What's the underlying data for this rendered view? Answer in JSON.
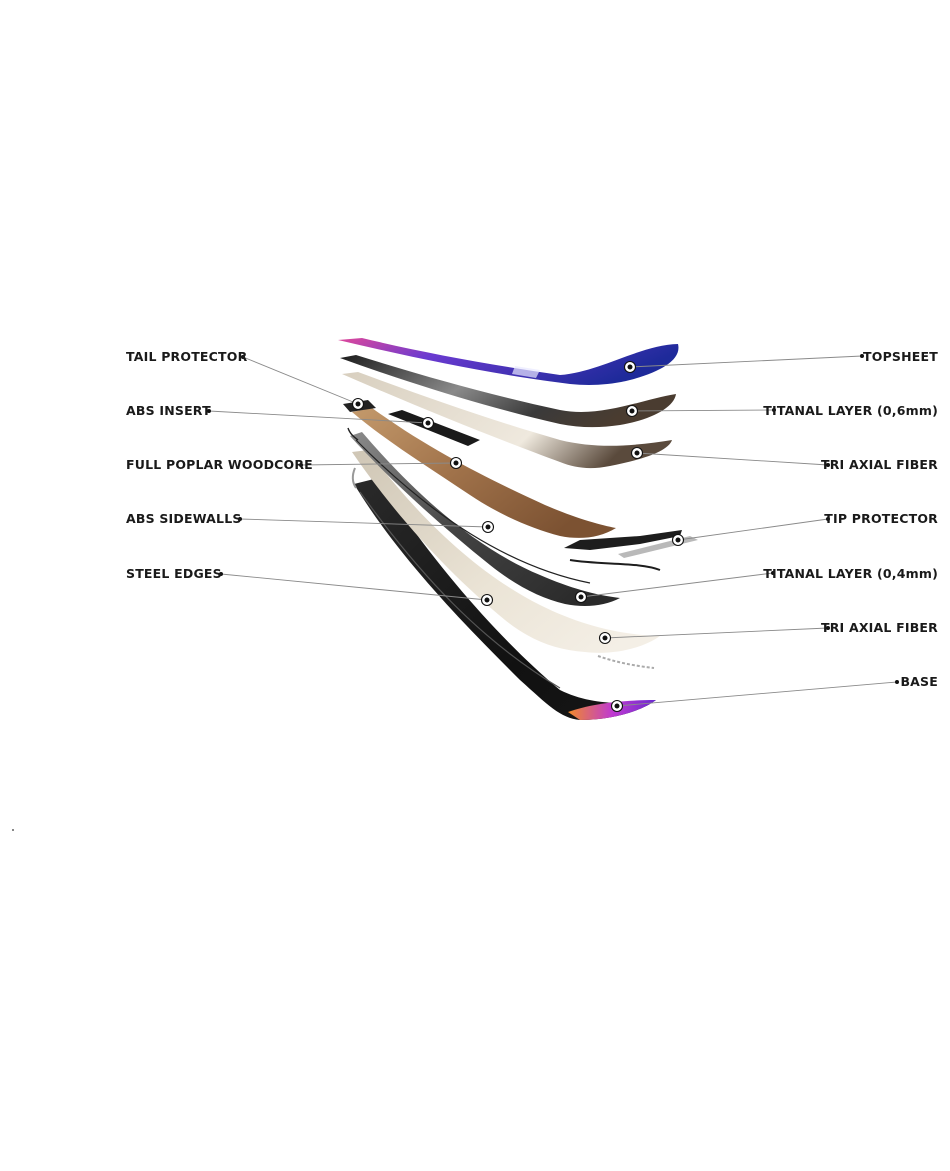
{
  "diagram": {
    "left_labels": [
      {
        "id": "tail-protector",
        "text": "TAIL PROTECTOR"
      },
      {
        "id": "abs-insert",
        "text": "ABS INSERT"
      },
      {
        "id": "full-poplar-woodcore",
        "text": "FULL POPLAR WOODCORE"
      },
      {
        "id": "abs-sidewalls",
        "text": "ABS SIDEWALLS"
      },
      {
        "id": "steel-edges",
        "text": "STEEL EDGES"
      }
    ],
    "right_labels": [
      {
        "id": "topsheet",
        "text": "TOPSHEET"
      },
      {
        "id": "titanal-layer-06",
        "text": "TITANAL LAYER (0,6mm)"
      },
      {
        "id": "tri-axial-fiber-top",
        "text": "TRI AXIAL FIBER"
      },
      {
        "id": "tip-protector",
        "text": "TIP PROTECTOR"
      },
      {
        "id": "titanal-layer-04",
        "text": "TITANAL LAYER (0,4mm)"
      },
      {
        "id": "tri-axial-fiber-bottom",
        "text": "TRI AXIAL FIBER"
      },
      {
        "id": "base",
        "text": "BASE"
      }
    ],
    "colors": {
      "topsheet_blue": "#2b2fb0",
      "topsheet_pink": "#e0489a",
      "titanal_dark": "#2d2a27",
      "fiber_cream": "#e4dccd",
      "fiber_brown": "#5a4a3c",
      "woodcore": "#a0724a",
      "sidewall_grey": "#4a4a4a",
      "base_black": "#151515",
      "base_purple": "#7a2ad0",
      "base_orange": "#f08a2a"
    }
  }
}
